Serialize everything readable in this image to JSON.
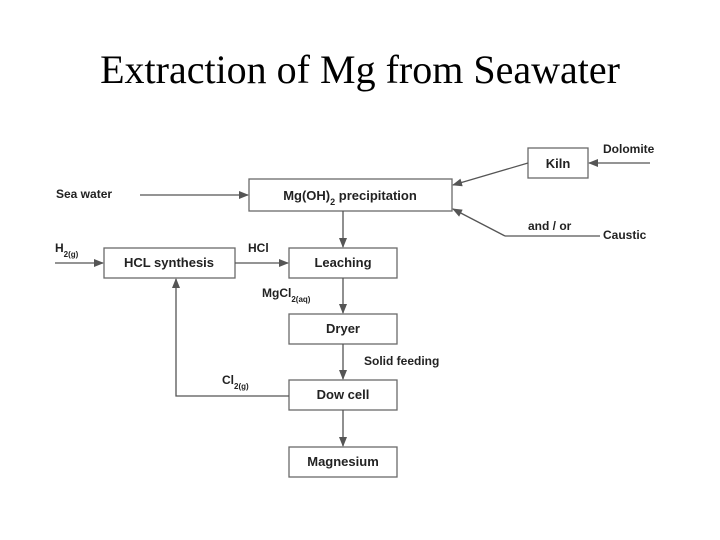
{
  "title": "Extraction of Mg from Seawater",
  "colors": {
    "line": "#555555",
    "box_border": "#6a6a6a",
    "text": "#222222"
  },
  "nodes": {
    "precipitation": {
      "main": "Mg(OH)",
      "sub": "2",
      "rest": " precipitation"
    },
    "kiln": "Kiln",
    "hcl_synthesis": "HCL synthesis",
    "leaching": "Leaching",
    "dryer": "Dryer",
    "dow_cell": "Dow cell",
    "magnesium": "Magnesium"
  },
  "labels": {
    "dolomite": "Dolomite",
    "sea_water": "Sea water",
    "and_or": "and / or",
    "caustic": "Caustic",
    "h2": {
      "main": "H",
      "sub": "2(g)"
    },
    "hcl": "HCl",
    "mgcl2": {
      "main": "MgCl",
      "sub": "2(aq)"
    },
    "solid_feeding": "Solid feeding",
    "cl2": {
      "main": "Cl",
      "sub": "2(g)"
    }
  }
}
